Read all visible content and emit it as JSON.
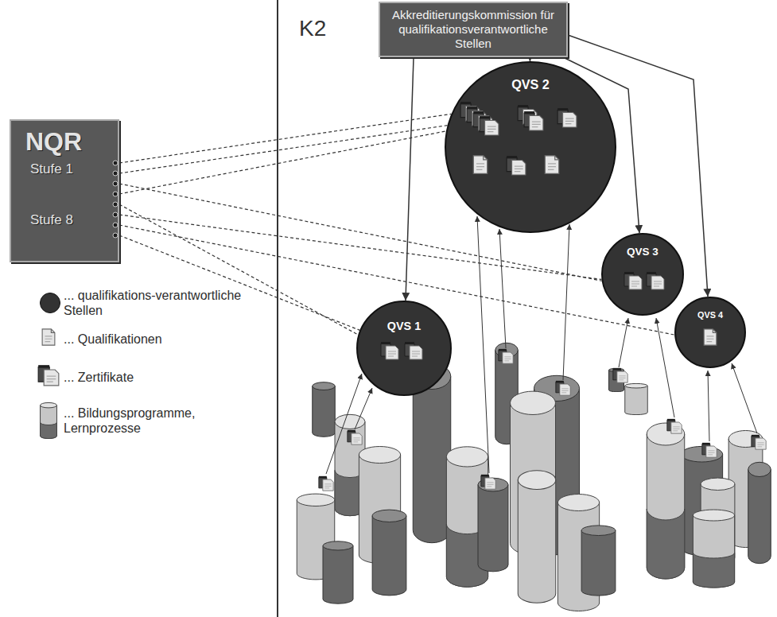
{
  "diagram": {
    "nodes": [
      {
        "text": [
          "NQR",
          "Stufe 1",
          "Stufe 8"
        ]
      },
      {
        "text": [
          "Akkreditierungskommission für qualifikationsverantwortliche Stellen"
        ]
      },
      {
        "text": [
          "QVS 1"
        ]
      },
      {
        "text": [
          "QVS 2"
        ]
      },
      {
        "text": [
          "QVS 3"
        ]
      },
      {
        "text": [
          "QVS 4"
        ]
      }
    ],
    "edges": [
      {
        "from": 1,
        "to": 2,
        "arrow": "to"
      },
      {
        "from": 1,
        "to": 3,
        "arrow": "to"
      },
      {
        "from": 1,
        "to": 4,
        "arrow": "to"
      },
      {
        "from": 1,
        "to": 5,
        "arrow": "to"
      },
      {
        "from": 0,
        "to": 3,
        "arrow": "none"
      },
      {
        "from": 0,
        "to": 3,
        "arrow": "none"
      },
      {
        "from": 0,
        "to": 3,
        "arrow": "none"
      },
      {
        "from": 0,
        "to": 2,
        "arrow": "none"
      },
      {
        "from": 0,
        "to": 2,
        "arrow": "none"
      },
      {
        "from": 0,
        "to": 4,
        "arrow": "none"
      },
      {
        "from": 0,
        "to": 4,
        "arrow": "none"
      },
      {
        "from": 0,
        "to": 5,
        "arrow": "none"
      }
    ],
    "labels": [
      "K2"
    ],
    "legend": [
      {
        "text": "... qualifikations-verantwortliche Stellen",
        "color": "#333333"
      },
      {
        "text": "... Qualifikationen"
      },
      {
        "text": "... Zertifikate"
      },
      {
        "text": "... Bildungsprogramme, Lernprozesse"
      }
    ]
  }
}
